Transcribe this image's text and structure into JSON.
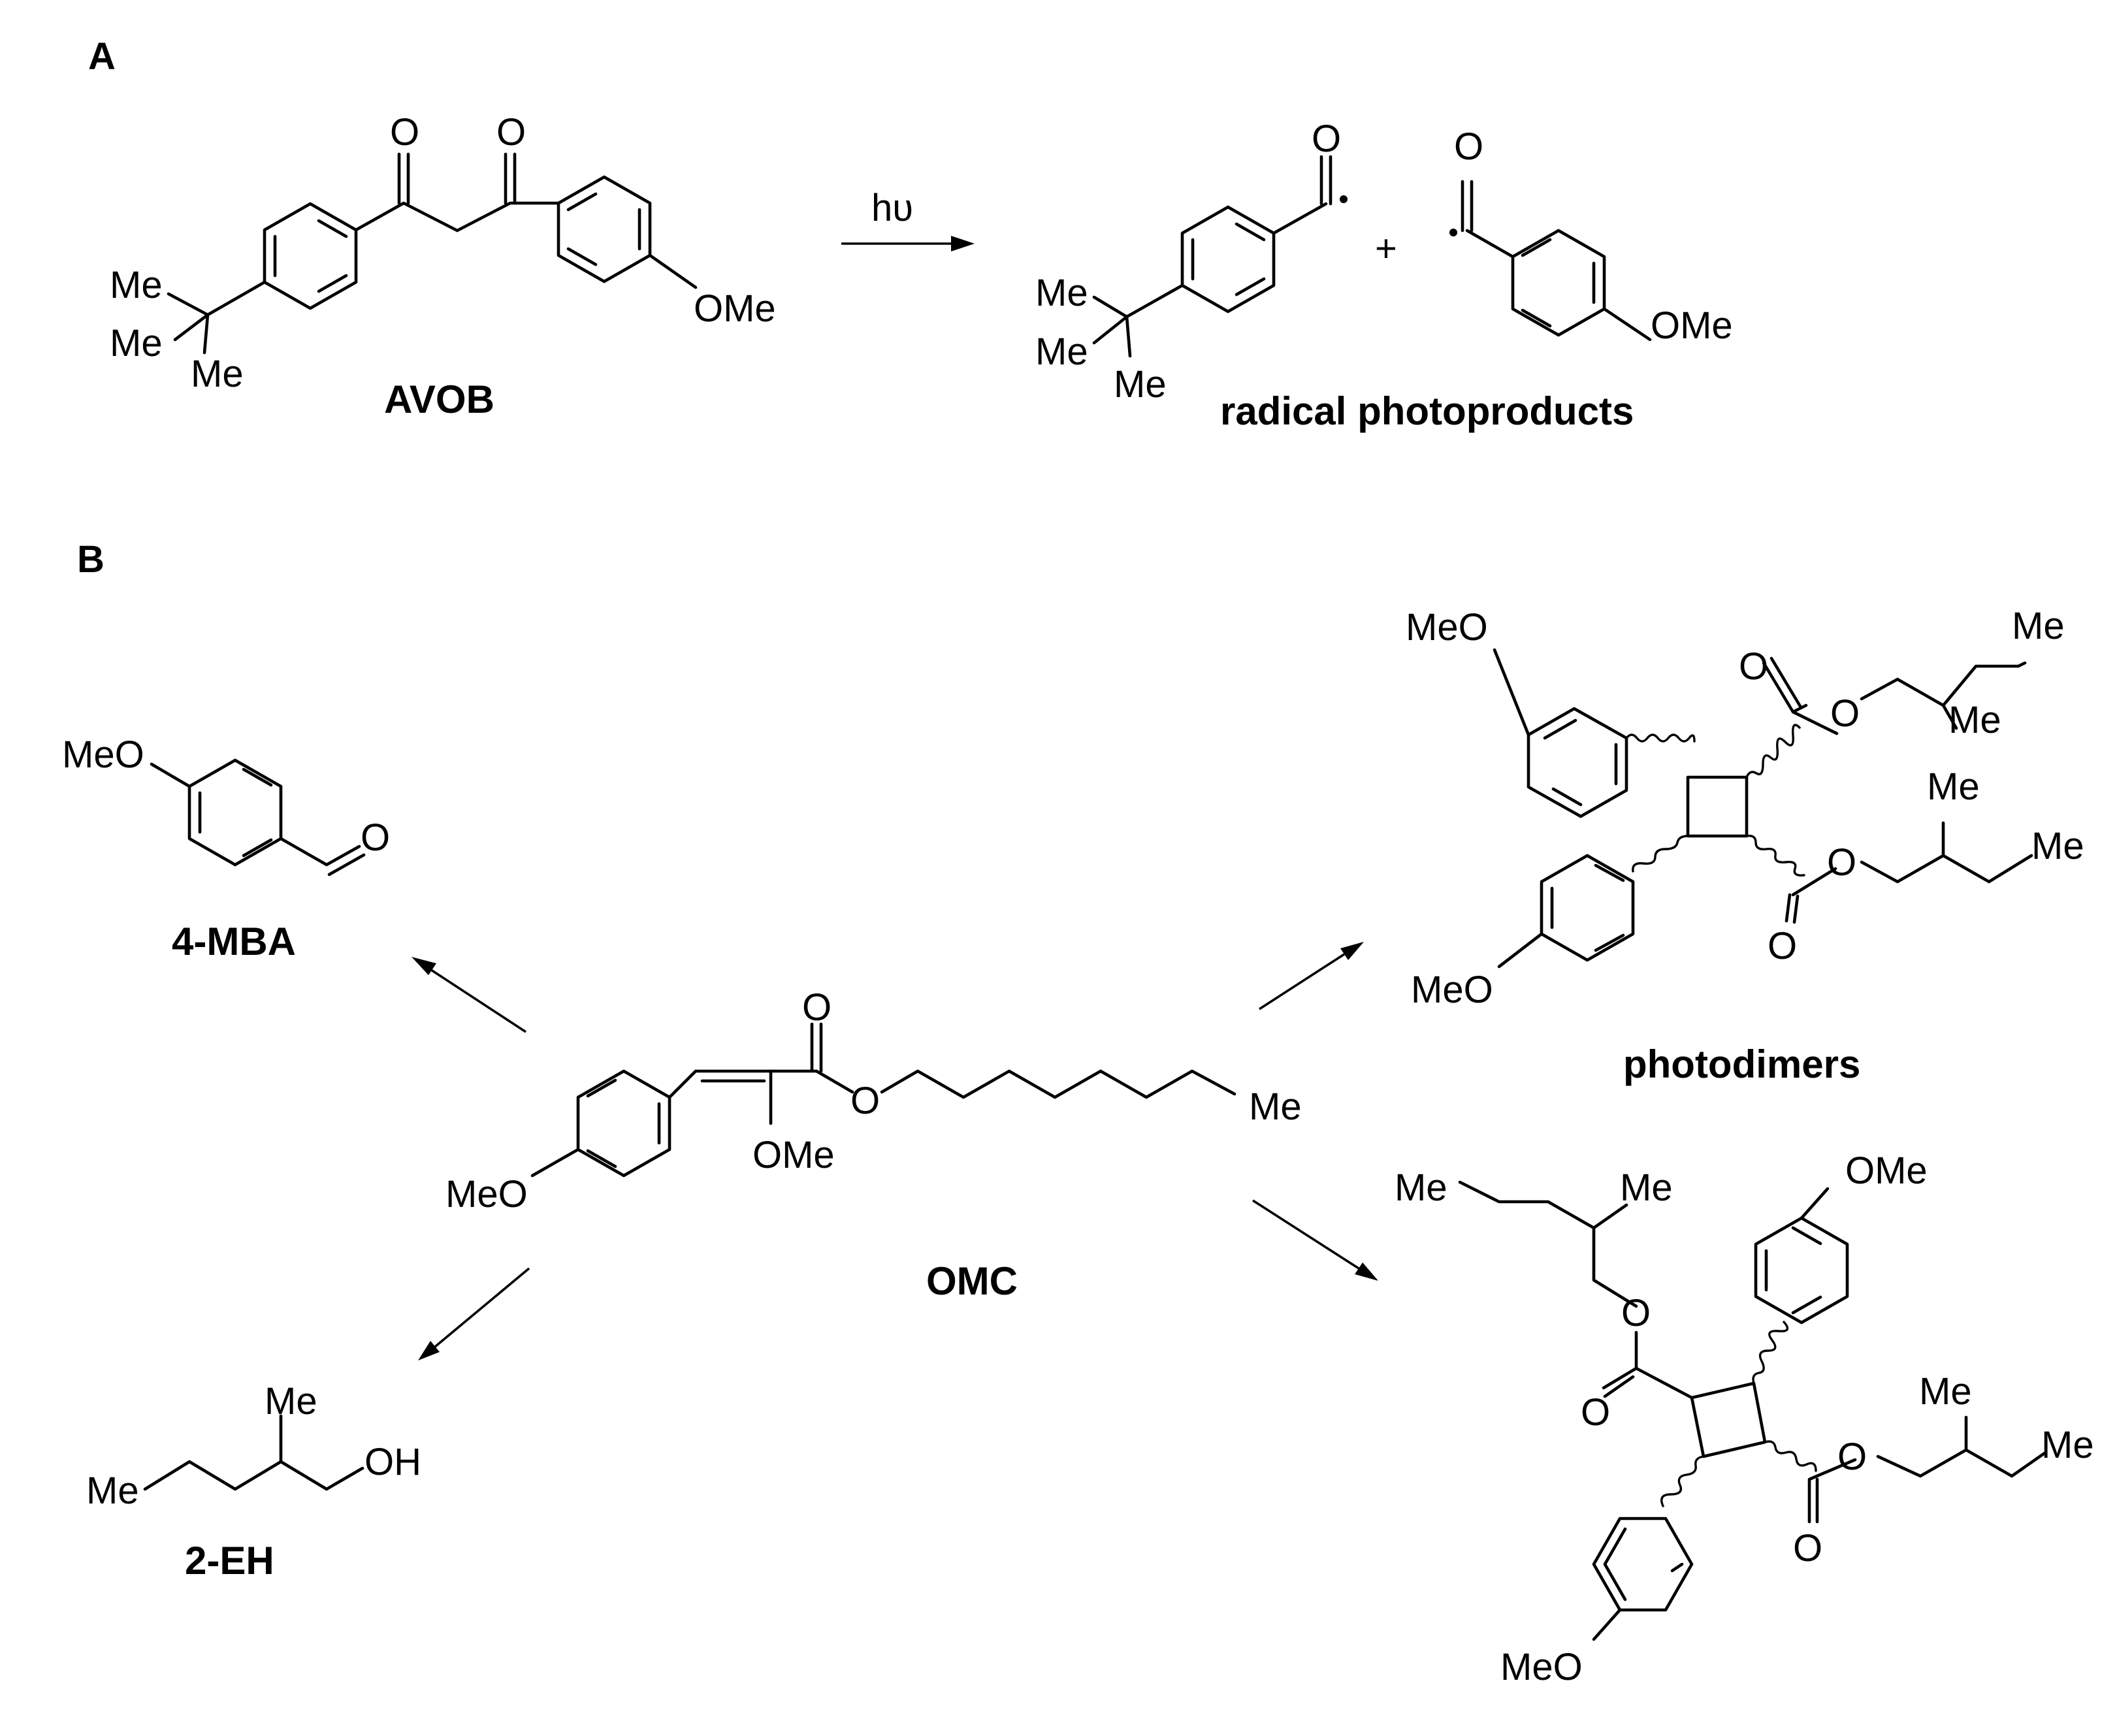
{
  "panels": {
    "a": "A",
    "b": "B"
  },
  "reaction_a": {
    "reactant_label": "AVOB",
    "condition": "hυ",
    "plus": "+",
    "product_label": "radical photoproducts"
  },
  "reaction_b": {
    "center_label": "OMC",
    "mba_label": "4-MBA",
    "eh_label": "2-EH",
    "dimers_label": "photodimers"
  },
  "atoms": {
    "O": "O",
    "OMe": "OMe",
    "MeO": "MeO",
    "Me": "Me",
    "OH": "OH"
  }
}
